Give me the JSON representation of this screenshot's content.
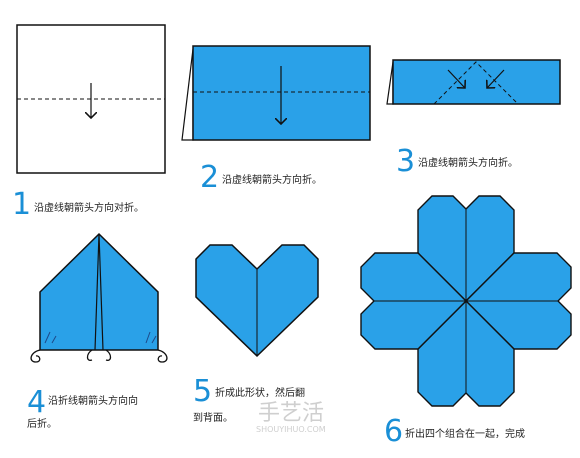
{
  "steps": [
    {
      "num": "1",
      "text": "沿虚线朝箭头方向对折。"
    },
    {
      "num": "2",
      "text": "沿虚线朝箭头方向折。"
    },
    {
      "num": "3",
      "text": "沿虚线朝箭头方向折。"
    },
    {
      "num": "4",
      "text_line1": "沿折线朝箭头方向向",
      "text_line2": "后折。"
    },
    {
      "num": "5",
      "text_line1": "折成此形状，然后翻",
      "text_line2": "到背面。"
    },
    {
      "num": "6",
      "text": "折出四个组合在一起，完成"
    }
  ],
  "watermark": {
    "title": "手艺活",
    "url": "SHOUYIHUO.COM"
  },
  "colors": {
    "paper_blue": "#2aa1e8",
    "outline": "#111111",
    "number_blue": "#1a8fd6"
  }
}
